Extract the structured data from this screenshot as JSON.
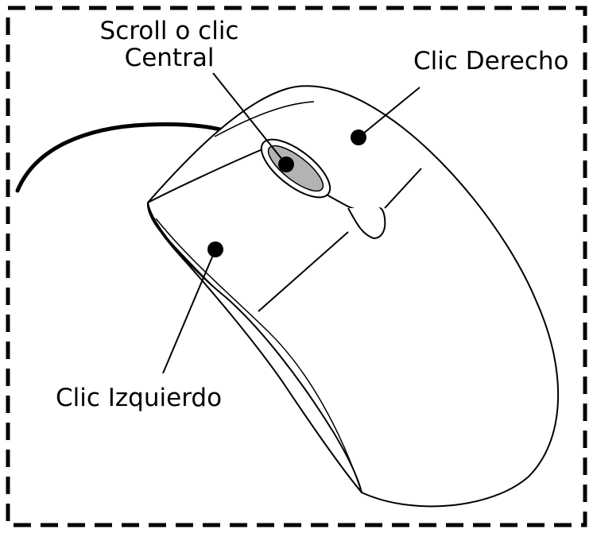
{
  "labels": {
    "scroll_line1": "Scroll o clic",
    "scroll_line2": "Central",
    "right_click": "Clic Derecho",
    "left_click": "Clic Izquierdo"
  },
  "colors": {
    "border": "#000000",
    "outline": "#000000",
    "scroll_wheel_fill": "#b3b3b3",
    "body_fill": "#ffffff"
  }
}
